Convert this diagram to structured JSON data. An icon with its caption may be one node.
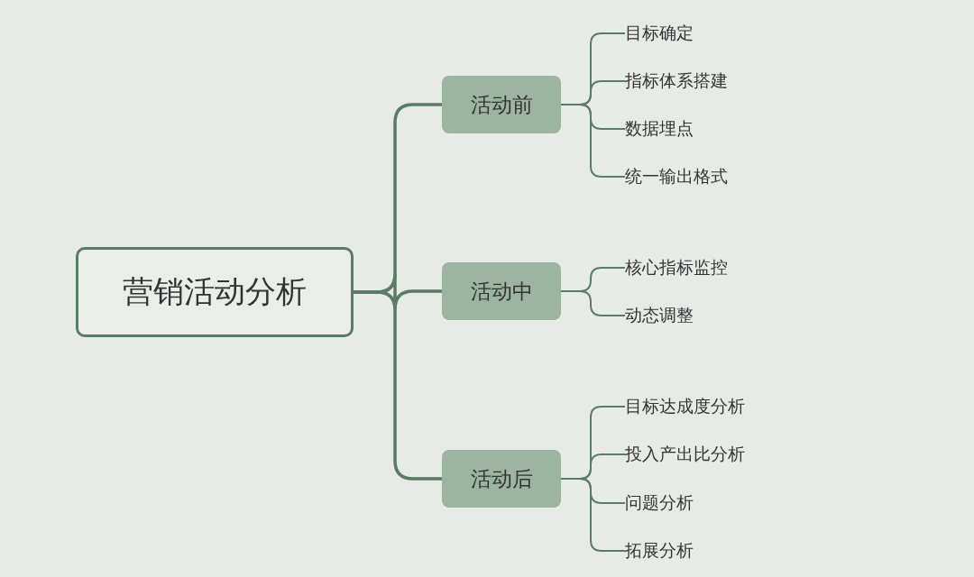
{
  "diagram": {
    "nodes": [
      {
        "text": [
          "营销活动分析"
        ]
      },
      {
        "text": [
          "活动前"
        ]
      },
      {
        "text": [
          "目标确定"
        ]
      },
      {
        "text": [
          "指标体系搭建"
        ]
      },
      {
        "text": [
          "数据埋点"
        ]
      },
      {
        "text": [
          "统一输出格式"
        ]
      },
      {
        "text": [
          "活动中"
        ]
      },
      {
        "text": [
          "核心指标监控"
        ]
      },
      {
        "text": [
          "动态调整"
        ]
      },
      {
        "text": [
          "活动后"
        ]
      },
      {
        "text": [
          "目标达成度分析"
        ]
      },
      {
        "text": [
          "投入产出比分析"
        ]
      },
      {
        "text": [
          "问题分析"
        ]
      },
      {
        "text": [
          "拓展分析"
        ]
      }
    ],
    "edges": [
      {
        "from": 0,
        "to": 1,
        "arrow": "none"
      },
      {
        "from": 0,
        "to": 6,
        "arrow": "none"
      },
      {
        "from": 0,
        "to": 9,
        "arrow": "none"
      },
      {
        "from": 1,
        "to": 2,
        "arrow": "none"
      },
      {
        "from": 1,
        "to": 3,
        "arrow": "none"
      },
      {
        "from": 1,
        "to": 4,
        "arrow": "none"
      },
      {
        "from": 1,
        "to": 5,
        "arrow": "none"
      },
      {
        "from": 6,
        "to": 7,
        "arrow": "none"
      },
      {
        "from": 6,
        "to": 8,
        "arrow": "none"
      },
      {
        "from": 9,
        "to": 10,
        "arrow": "none"
      },
      {
        "from": 9,
        "to": 11,
        "arrow": "none"
      },
      {
        "from": 9,
        "to": 12,
        "arrow": "none"
      },
      {
        "from": 9,
        "to": 13,
        "arrow": "none"
      }
    ]
  }
}
